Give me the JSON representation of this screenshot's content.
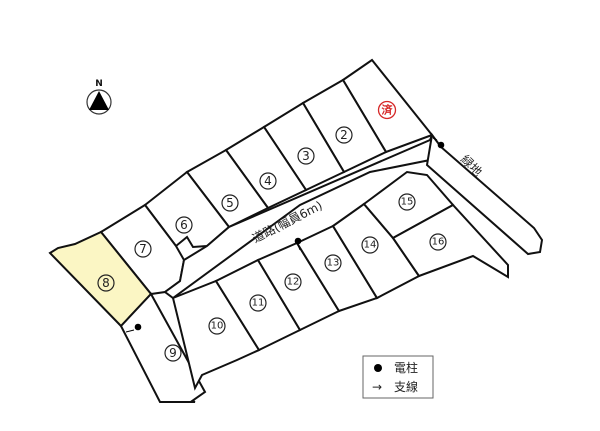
{
  "north": {
    "label": "N"
  },
  "road": {
    "label": "道路(幅員6m)"
  },
  "green_area": {
    "label": "緑地"
  },
  "sold_mark": {
    "label": "済",
    "color": "#d62828"
  },
  "highlight_color": "#fbf6c4",
  "lots": [
    {
      "id": "sold",
      "label": "済",
      "status": "sold"
    },
    {
      "id": "2",
      "label": "②"
    },
    {
      "id": "3",
      "label": "③"
    },
    {
      "id": "4",
      "label": "④"
    },
    {
      "id": "5",
      "label": "⑤"
    },
    {
      "id": "6",
      "label": "⑥"
    },
    {
      "id": "7",
      "label": "⑦"
    },
    {
      "id": "8",
      "label": "⑧",
      "status": "highlighted"
    },
    {
      "id": "9",
      "label": "⑨"
    },
    {
      "id": "10",
      "label": "⑩"
    },
    {
      "id": "11",
      "label": "⑪"
    },
    {
      "id": "12",
      "label": "⑫"
    },
    {
      "id": "13",
      "label": "⑬"
    },
    {
      "id": "14",
      "label": "⑭"
    },
    {
      "id": "15",
      "label": "⑮"
    },
    {
      "id": "16",
      "label": "⑯"
    }
  ],
  "legend": {
    "items": [
      {
        "symbol": "●",
        "label": "電柱"
      },
      {
        "symbol": "→",
        "label": "支線"
      }
    ]
  }
}
